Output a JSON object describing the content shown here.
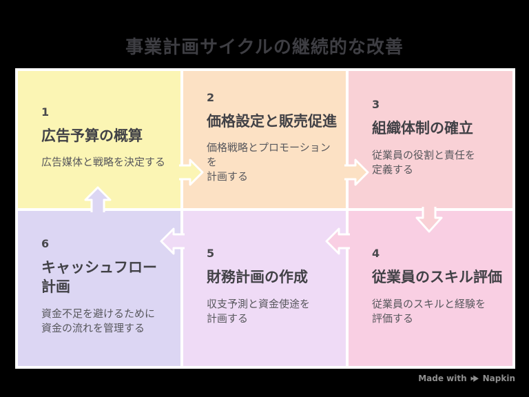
{
  "page": {
    "title": "事業計画サイクルの継続的な改善",
    "background_color": "#000000",
    "frame_color": "#FFFFFF",
    "title_color": "#3E3E43"
  },
  "watermark": {
    "prefix": "Made with",
    "brand": "Napkin",
    "color": "#8F8F8F",
    "logo_icon": "napkin-logo-icon"
  },
  "diagram": {
    "type": "cycle-grid",
    "cells": [
      {
        "number": "1",
        "title": "広告予算の概算",
        "description": "広告媒体と戦略を決定する",
        "bg": "#FBF5B4"
      },
      {
        "number": "2",
        "title": "価格設定と販売促進",
        "description": "価格戦略とプロモーションを\n計画する",
        "bg": "#FCE1C4"
      },
      {
        "number": "3",
        "title": "組織体制の確立",
        "description": "従業員の役割と責任を\n定義する",
        "bg": "#F9D1D6"
      },
      {
        "number": "4",
        "title": "従業員のスキル評価",
        "description": "従業員のスキルと経験を\n評価する",
        "bg": "#F9CFE3"
      },
      {
        "number": "5",
        "title": "財務計画の作成",
        "description": "収支予測と資金使途を\n計画する",
        "bg": "#EFDBF6"
      },
      {
        "number": "6",
        "title": "キャッシュフロー\n計画",
        "description": "資金不足を避けるために\n資金の流れを管理する",
        "bg": "#DCD6F3"
      }
    ],
    "arrows": [
      {
        "from": "1",
        "to": "2",
        "direction": "right",
        "color": "#FBF5B4"
      },
      {
        "from": "2",
        "to": "3",
        "direction": "right",
        "color": "#FCE1C4"
      },
      {
        "from": "3",
        "to": "4",
        "direction": "down",
        "color": "#F9D1D6"
      },
      {
        "from": "4",
        "to": "5",
        "direction": "left",
        "color": "#F9CFE3"
      },
      {
        "from": "5",
        "to": "6",
        "direction": "left",
        "color": "#EFDBF6"
      },
      {
        "from": "6",
        "to": "1",
        "direction": "up",
        "color": "#DCD6F3"
      }
    ],
    "text_colors": {
      "number": "#48484C",
      "title": "#414146",
      "description": "#57575C"
    }
  }
}
